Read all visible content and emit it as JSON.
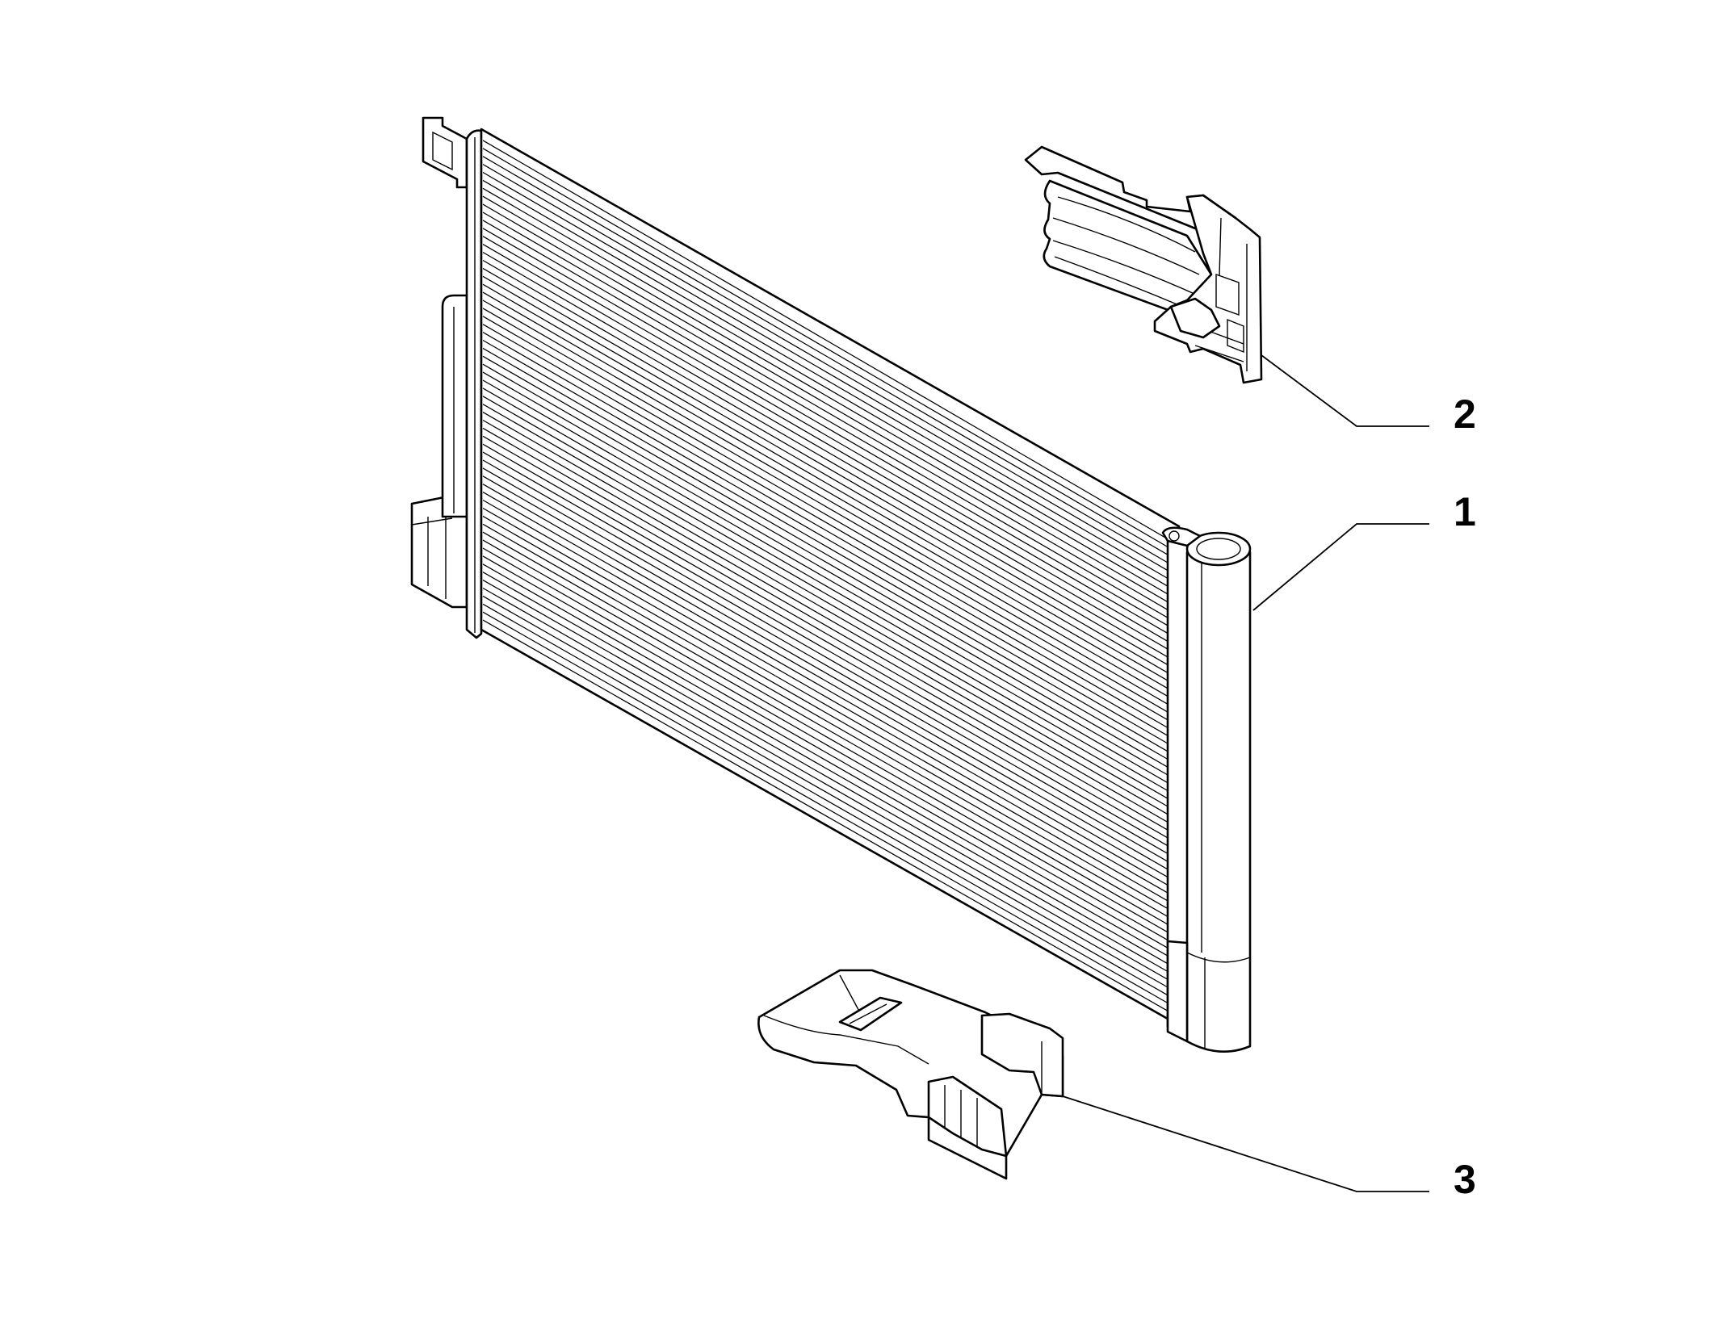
{
  "diagram": {
    "callouts": [
      {
        "id": "1",
        "label": "1",
        "part": "condenser"
      },
      {
        "id": "2",
        "label": "2",
        "part": "upper-bracket"
      },
      {
        "id": "3",
        "label": "3",
        "part": "lower-bracket"
      }
    ]
  },
  "colors": {
    "line": "#000000",
    "background": "#ffffff"
  }
}
